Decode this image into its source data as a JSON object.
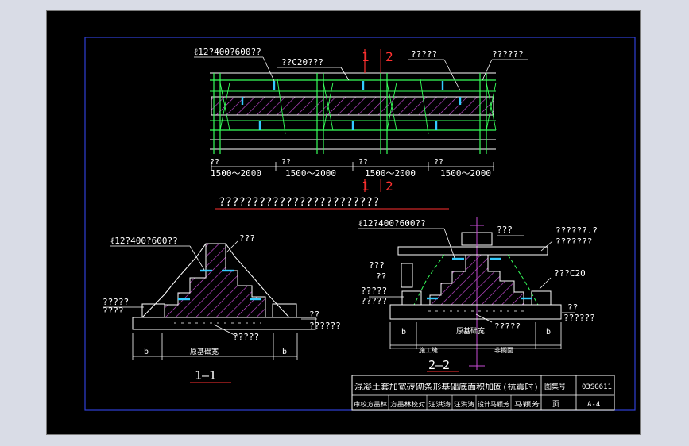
{
  "colors": {
    "background": "#000000",
    "frame": "#2f3fd6",
    "text": "#ffffff",
    "lines": "#ffffff",
    "rebar": "#36ff5a",
    "hatch": "#c94bd6",
    "anchor": "#33ccff",
    "section_mark": "#ff3030"
  },
  "plan": {
    "label_top_left_1": "ℓ12?400?600??",
    "label_top_left_2": "??C20???",
    "label_top_mid": "?????",
    "label_top_right": "??????",
    "section_mark_1": "1",
    "section_mark_2": "2",
    "spacing_labels": [
      "??",
      "??",
      "??",
      "??"
    ],
    "dimensions": [
      "1500～2000",
      "1500～2000",
      "1500～2000",
      "1500～2000"
    ],
    "bottom_mark_1": "1",
    "bottom_mark_2": "2",
    "caption": "????????????????????????"
  },
  "section_1": {
    "label_rebar": "ℓ12?400?600??",
    "label_wall": "???",
    "label_left_1": "?????",
    "label_left_2": "????",
    "label_right_1": "??",
    "label_right_2": "??????",
    "label_bottom": "?????",
    "width_label": "原基础宽",
    "b_left": "b",
    "b_right": "b",
    "title": "1—1"
  },
  "section_2": {
    "label_rebar": "ℓ12?400?600??",
    "label_wall": "???",
    "label_top_right_1": "??????.?",
    "label_top_right_2": "???????",
    "label_left_1": "???",
    "label_left_2": "??",
    "label_left_3": "?????",
    "label_left_4": "?????",
    "label_right_c20": "???C20",
    "label_right_1": "??",
    "label_right_2": "??????",
    "label_bottom": "?????",
    "width_label": "原基础宽",
    "b_left": "b",
    "b_right": "b",
    "sub_left": "施工缝",
    "sub_right": "非搁面",
    "title": "2—2"
  },
  "title_block": {
    "title": "混凝土套加宽砖砌条形基础底面积加固(抗震时)",
    "atlas_label": "图集号",
    "atlas_no": "03SG611",
    "row2_cells": [
      "审校方墨林",
      "方墨林校对",
      "汪洪涛",
      "汪洪涛",
      "设计马颖芳",
      "马颖芳"
    ],
    "page_label": "页",
    "page_no": "A-4"
  }
}
